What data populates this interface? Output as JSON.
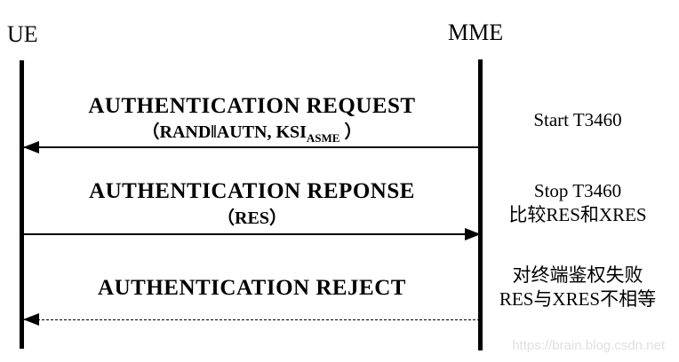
{
  "diagram": {
    "type": "sequence-diagram",
    "actors": [
      {
        "id": "ue",
        "label": "UE"
      },
      {
        "id": "mme",
        "label": "MME"
      }
    ],
    "messages": [
      {
        "title": "AUTHENTICATION REQUEST",
        "params_prefix": "（RAND‖AUTN, KSI",
        "params_subscript": "ASME",
        "params_suffix": " ）",
        "from": "MME",
        "to": "UE",
        "line_style": "solid",
        "note_lines": [
          "Start T3460"
        ]
      },
      {
        "title": "AUTHENTICATION REPONSE",
        "params_prefix": "（RES）",
        "params_subscript": "",
        "params_suffix": "",
        "from": "UE",
        "to": "MME",
        "line_style": "solid",
        "note_lines": [
          "Stop T3460",
          "比较RES和XRES"
        ]
      },
      {
        "title": "AUTHENTICATION REJECT",
        "params_prefix": "",
        "params_subscript": "",
        "params_suffix": "",
        "from": "MME",
        "to": "UE",
        "line_style": "dashed",
        "note_lines": [
          "对终端鉴权失败",
          "RES与XRES不相等"
        ]
      }
    ],
    "watermark": "https://brain.blog.csdn.net",
    "colors": {
      "ink": "#000000",
      "watermark": "#e0e0e0",
      "background": "#ffffff"
    }
  }
}
